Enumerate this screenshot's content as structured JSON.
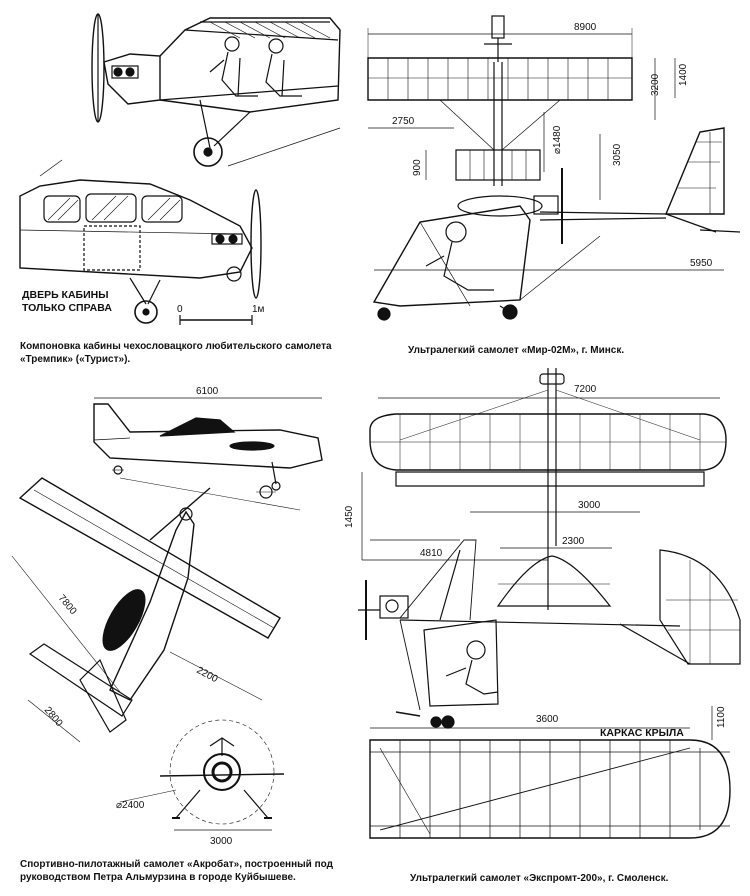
{
  "panels": {
    "trempik": {
      "caption_line1": "Компоновка кабины чехословацкого любительского самолета",
      "caption_line2": "«Тремпик» («Турист»).",
      "door_note_line1": "ДВЕРЬ КАБИНЫ",
      "door_note_line2": "ТОЛЬКО СПРАВА",
      "scale_start": "0",
      "scale_end": "1м"
    },
    "mir02m": {
      "caption": "Ультралегкий самолет «Мир-02М», г. Минск.",
      "dims": {
        "span": "8900",
        "d3200": "3200",
        "d1400": "1400",
        "d2750": "2750",
        "prop_dia": "⌀1480",
        "d900": "900",
        "d3050": "3050",
        "length": "5950"
      }
    },
    "akrobat": {
      "caption_line1": "Спортивно-пилотажный самолет «Акробат», построенный под",
      "caption_line2": "руководством Петра Альмурзина в городе Куйбышеве.",
      "dims": {
        "length": "6100",
        "span": "7800",
        "d2200": "2200",
        "d2800": "2800",
        "prop_dia": "⌀2400",
        "track": "3000"
      }
    },
    "ekspromt200": {
      "caption": "Ультралегкий самолет «Экспромт-200», г. Смоленск.",
      "dims": {
        "span": "7200",
        "d3000": "3000",
        "d1450": "1450",
        "length": "4810",
        "d2300": "2300",
        "d3600": "3600",
        "d1100": "1100"
      },
      "wing_frame_label": "КАРКАС КРЫЛА"
    }
  }
}
